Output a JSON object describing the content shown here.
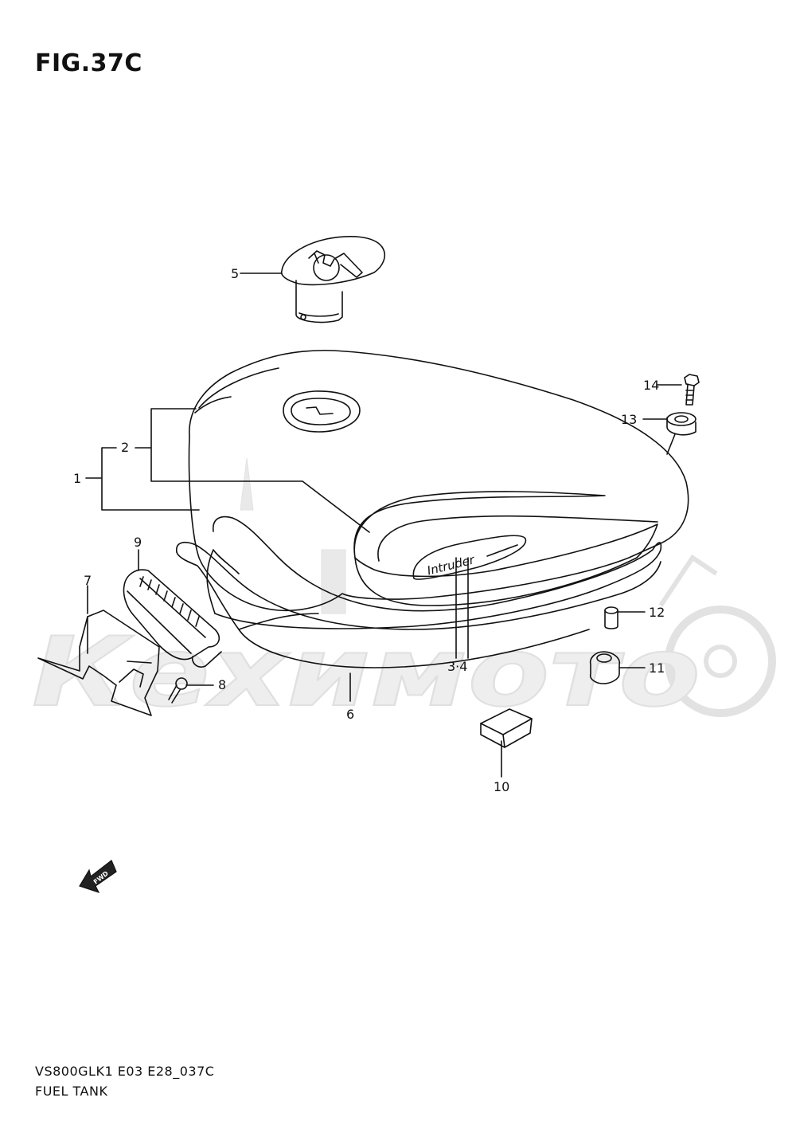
{
  "figure": {
    "title": "FIG.37C"
  },
  "watermark": {
    "text": "Кехимото"
  },
  "callouts": [
    {
      "id": "c1",
      "label": "1"
    },
    {
      "id": "c2",
      "label": "2"
    },
    {
      "id": "c34",
      "label": "3·4"
    },
    {
      "id": "c5",
      "label": "5"
    },
    {
      "id": "c6",
      "label": "6"
    },
    {
      "id": "c7",
      "label": "7"
    },
    {
      "id": "c8",
      "label": "8"
    },
    {
      "id": "c9",
      "label": "9"
    },
    {
      "id": "c10",
      "label": "10"
    },
    {
      "id": "c11",
      "label": "11"
    },
    {
      "id": "c12",
      "label": "12"
    },
    {
      "id": "c13",
      "label": "13"
    },
    {
      "id": "c14",
      "label": "14"
    }
  ],
  "emblem": {
    "text": "Intruder"
  },
  "fwd_marker": {
    "text": "FWD",
    "icon": "forward-arrow-icon"
  },
  "footer": {
    "model_code": "VS800GLK1 E03 E28_037C",
    "part_name": "FUEL TANK"
  },
  "colors": {
    "line": "#111111",
    "watermark": "#e6e6e6",
    "background": "#ffffff"
  }
}
